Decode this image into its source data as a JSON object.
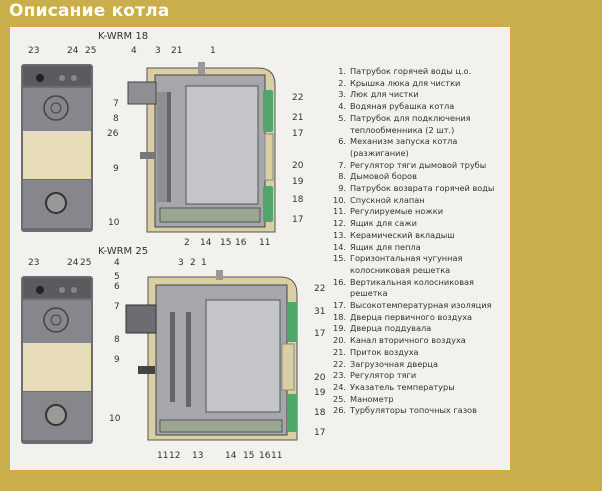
{
  "page_title": "Описание котла",
  "diagrams": [
    {
      "model": "K-WRM 18",
      "callouts": [
        "23",
        "24",
        "25",
        "4",
        "3",
        "21",
        "1",
        "7",
        "8",
        "26",
        "9",
        "10",
        "22",
        "21",
        "17",
        "20",
        "19",
        "18",
        "17",
        "2",
        "14",
        "15",
        "16",
        "11"
      ]
    },
    {
      "model": "K-WRM 25",
      "callouts": [
        "23",
        "24",
        "25",
        "4",
        "3",
        "2",
        "1",
        "5",
        "6",
        "7",
        "8",
        "9",
        "10",
        "22",
        "31",
        "17",
        "20",
        "19",
        "18",
        "17",
        "11",
        "12",
        "13",
        "14",
        "15",
        "16",
        "11"
      ]
    }
  ],
  "legend": [
    {
      "n": "1.",
      "t": "Патрубок горячей воды ц.о."
    },
    {
      "n": "2.",
      "t": "Крышка люка для чистки"
    },
    {
      "n": "3.",
      "t": "Люк для чистки"
    },
    {
      "n": "4.",
      "t": "Водяная рубашка котла"
    },
    {
      "n": "5.",
      "t": "Патрубок для подключения теплообменника (2 шт.)"
    },
    {
      "n": "6.",
      "t": "Механизм запуска котла (разжигание)"
    },
    {
      "n": "7.",
      "t": "Регулятор тяги дымовой трубы"
    },
    {
      "n": "8.",
      "t": "Дымовой боров"
    },
    {
      "n": "9.",
      "t": "Патрубок возврата горячей воды"
    },
    {
      "n": "10.",
      "t": "Спускной клапан"
    },
    {
      "n": "11.",
      "t": "Регулируемые ножки"
    },
    {
      "n": "12.",
      "t": "Ящик для сажи"
    },
    {
      "n": "13.",
      "t": "Керамический вкладыш"
    },
    {
      "n": "14.",
      "t": "Ящик для пепла"
    },
    {
      "n": "15.",
      "t": "Горизонтальная чугунная колосниковая решетка"
    },
    {
      "n": "16.",
      "t": "Вертикальная колосниковая решетка"
    },
    {
      "n": "17.",
      "t": "Высокотемпературная изоляция"
    },
    {
      "n": "18.",
      "t": "Дверца первичного воздуха"
    },
    {
      "n": "19.",
      "t": "Дверца поддувала"
    },
    {
      "n": "20.",
      "t": "Канал вторичного воздуха"
    },
    {
      "n": "21.",
      "t": "Приток воздуха"
    },
    {
      "n": "22.",
      "t": "Загрузочная дверца"
    },
    {
      "n": "23.",
      "t": "Регулятор тяги"
    },
    {
      "n": "24.",
      "t": "Указатель температуры"
    },
    {
      "n": "25.",
      "t": "Манометр"
    },
    {
      "n": "26.",
      "t": "Турбуляторы топочных газов"
    }
  ],
  "colors": {
    "background": "#c9ae4b",
    "panel": "#f2f1ed",
    "insulation": "#d9cfa3",
    "door": "#4fa86a",
    "metal": "#8d8f93"
  }
}
